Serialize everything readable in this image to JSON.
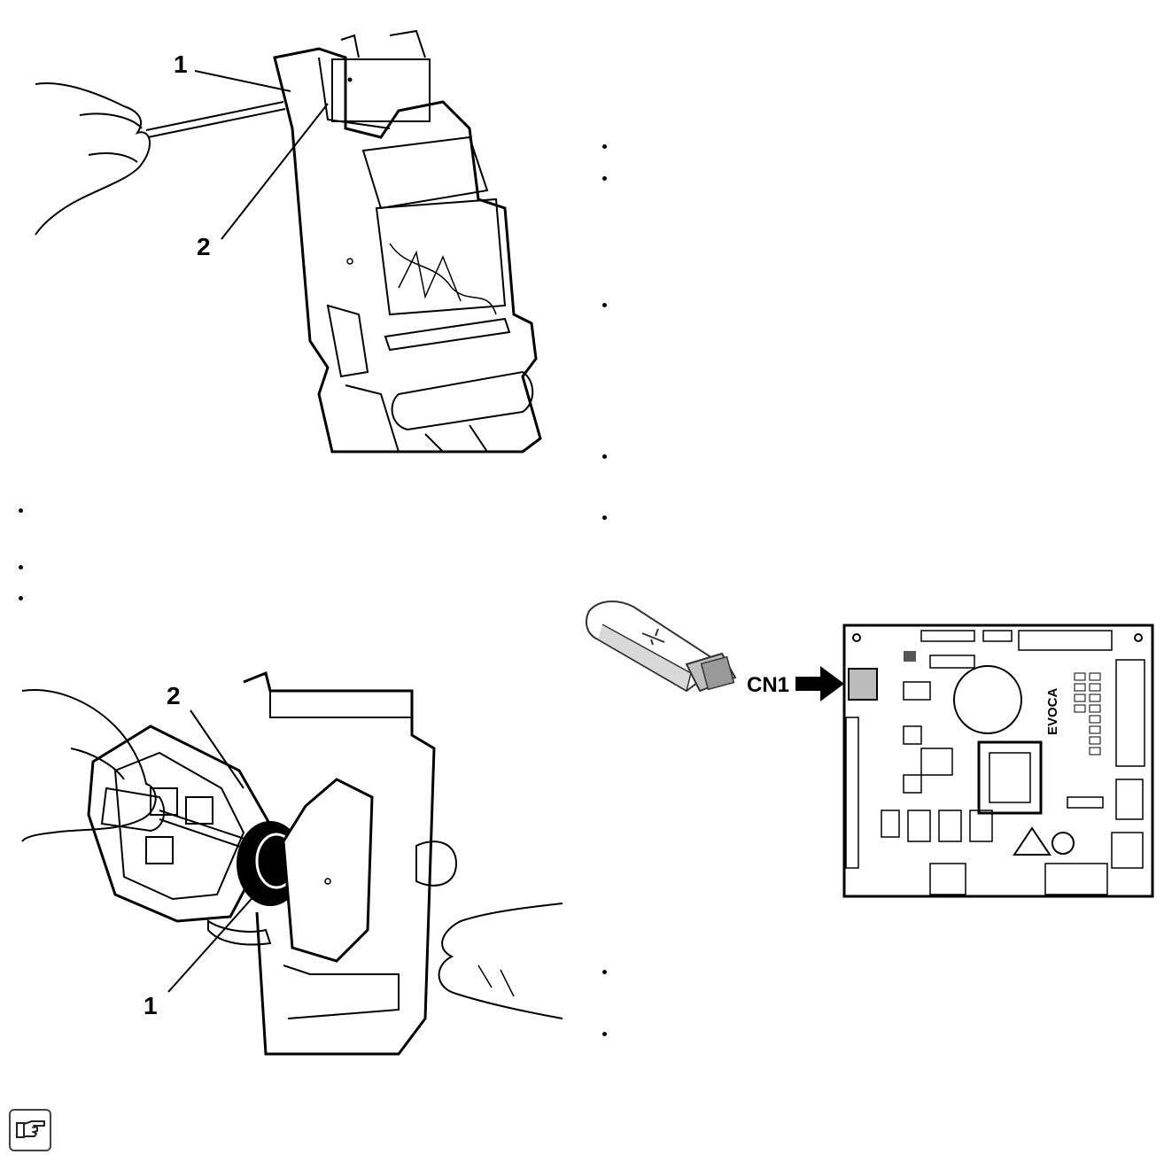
{
  "figure1": {
    "callout_1": "1",
    "callout_2": "2",
    "icon": "screwdriver-removing-brewer-clip-icon"
  },
  "figure2": {
    "callout_1": "1",
    "callout_2": "2",
    "icon": "screwdriver-brewer-piston-icon"
  },
  "usb_figure": {
    "connector_label": "CN1",
    "board_brand": "EVOCA",
    "usb_icon": "usb-stick-icon",
    "arrow_icon": "arrow-right-icon",
    "board_icon": "control-board-icon"
  },
  "note": {
    "icon": "pointing-hand-icon"
  },
  "left_column_bullets": 3,
  "right_column_bullets": 7
}
